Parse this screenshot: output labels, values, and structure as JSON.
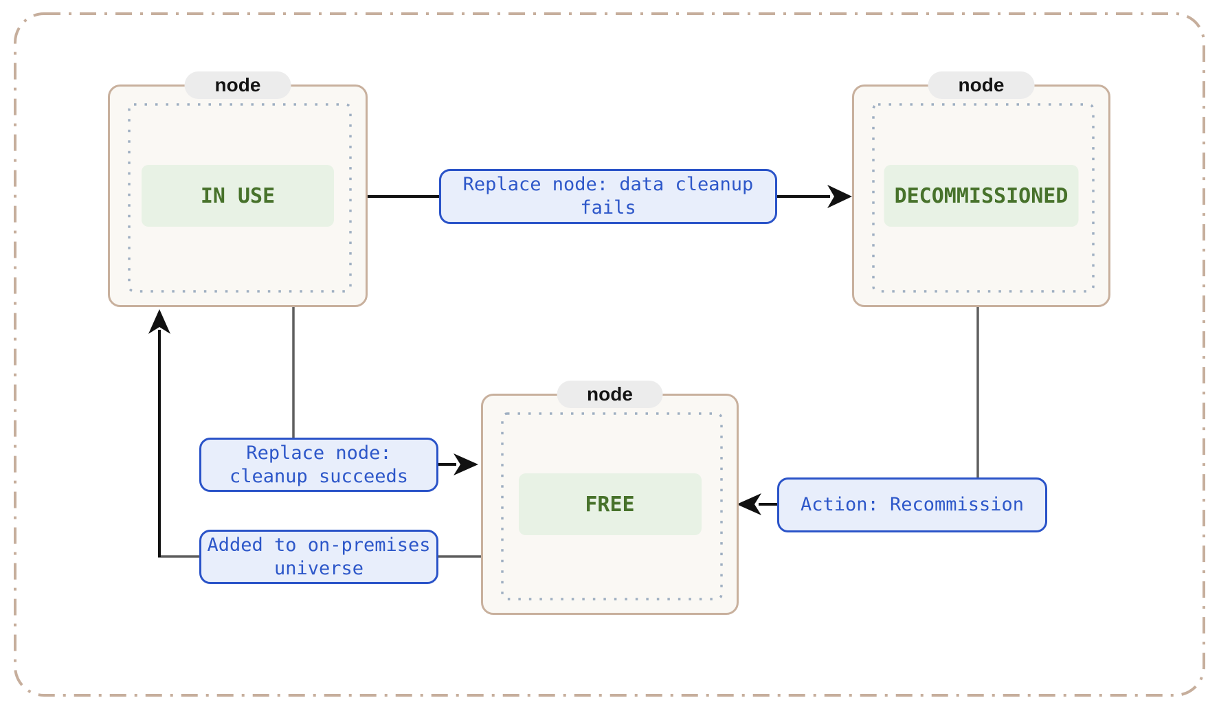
{
  "nodes": {
    "in_use": {
      "tab": "node",
      "state": "IN USE"
    },
    "decommissioned": {
      "tab": "node",
      "state": "DECOMMISSIONED"
    },
    "free": {
      "tab": "node",
      "state": "FREE"
    }
  },
  "edges": {
    "cleanup_fails": {
      "lines": [
        "Replace node: data cleanup",
        "fails"
      ]
    },
    "cleanup_succeeds": {
      "lines": [
        "Replace node:",
        "cleanup succeeds"
      ]
    },
    "added_to_universe": {
      "lines": [
        "Added to on-premises",
        "universe"
      ]
    },
    "recommission": {
      "lines": [
        "Action: Recommission"
      ]
    }
  },
  "colors": {
    "node_border_tan": "#c8b09d",
    "node_background": "#faf8f4",
    "outer_dash_border": "#c6ae9c",
    "inner_dotted_border": "#9fafc2",
    "tab_background": "#ececec",
    "tab_text": "#141414",
    "state_pill_background": "#e8f2e5",
    "state_text_green": "#47722b",
    "edge_label_border_blue": "#2a53c8",
    "edge_label_background": "#e8eefb",
    "edge_label_text_blue": "#2d57c9",
    "connector_gray": "#5f5f5f",
    "connector_black": "#111111"
  }
}
